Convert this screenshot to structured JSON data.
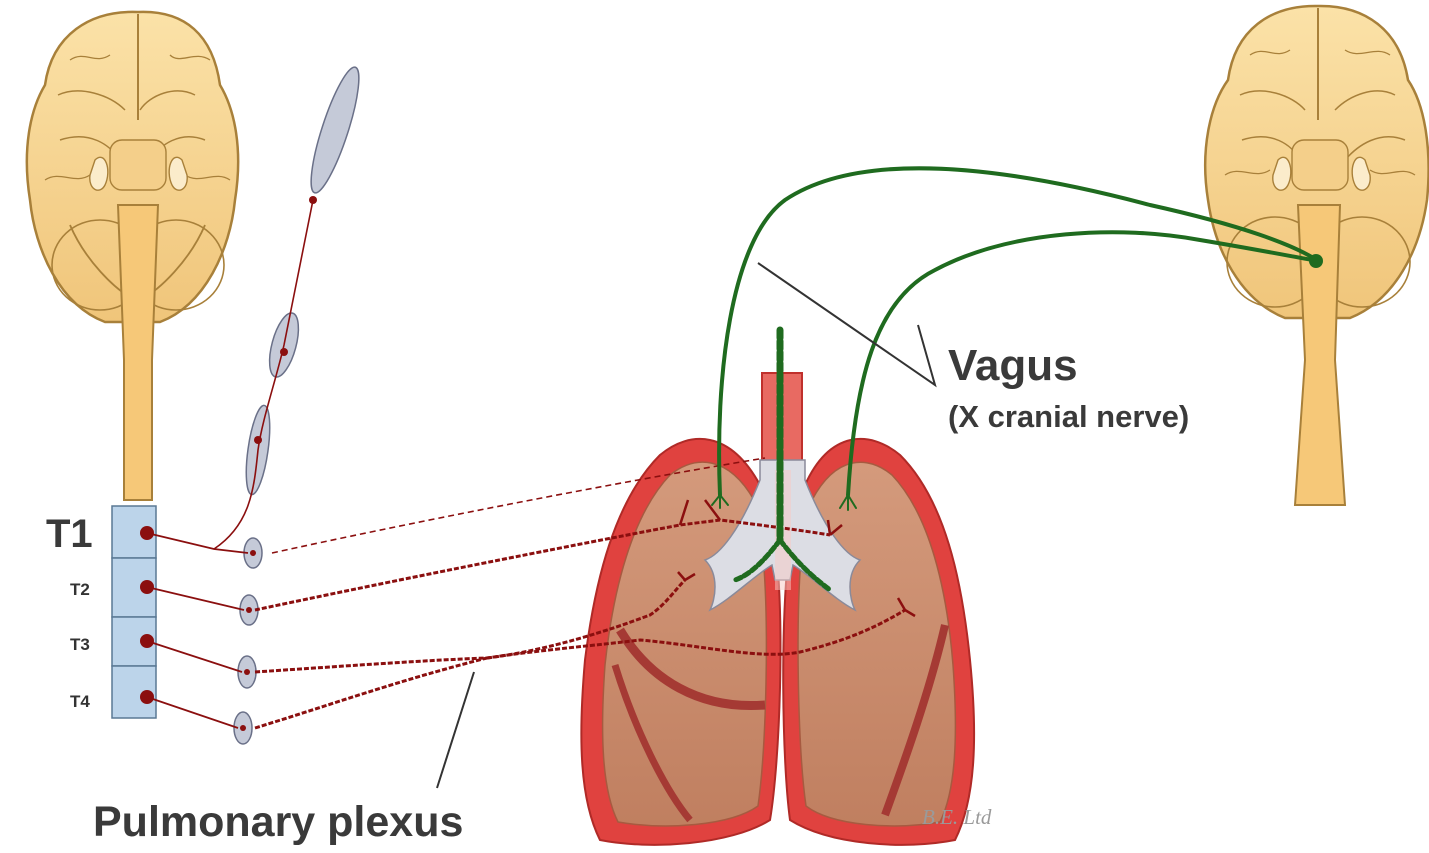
{
  "labels": {
    "vagus_title": "Vagus",
    "vagus_subtitle": "(X cranial nerve)",
    "plexus": "Pulmonary plexus",
    "watermark": "B.E. Ltd"
  },
  "spinal_segments": [
    "T1",
    "T2",
    "T3",
    "T4"
  ],
  "colors": {
    "brain_fill": "#f7d493",
    "brain_stroke": "#a8803a",
    "spine_fill": "#bcd4ea",
    "spine_stroke": "#5a7894",
    "sympathetic_nerve": "#8b0f0f",
    "vagus_nerve": "#1f6b1f",
    "lung_outer": "#e0423f",
    "lung_fill": "#c98b6e",
    "bronchus_fill": "#dcdde4",
    "ganglion_fill": "#c5cad8"
  },
  "icons": {
    "brain_left": "brain-underside-icon",
    "brain_right": "brain-underside-icon",
    "lungs": "lungs-icon",
    "ganglion": "ganglion-icon"
  }
}
